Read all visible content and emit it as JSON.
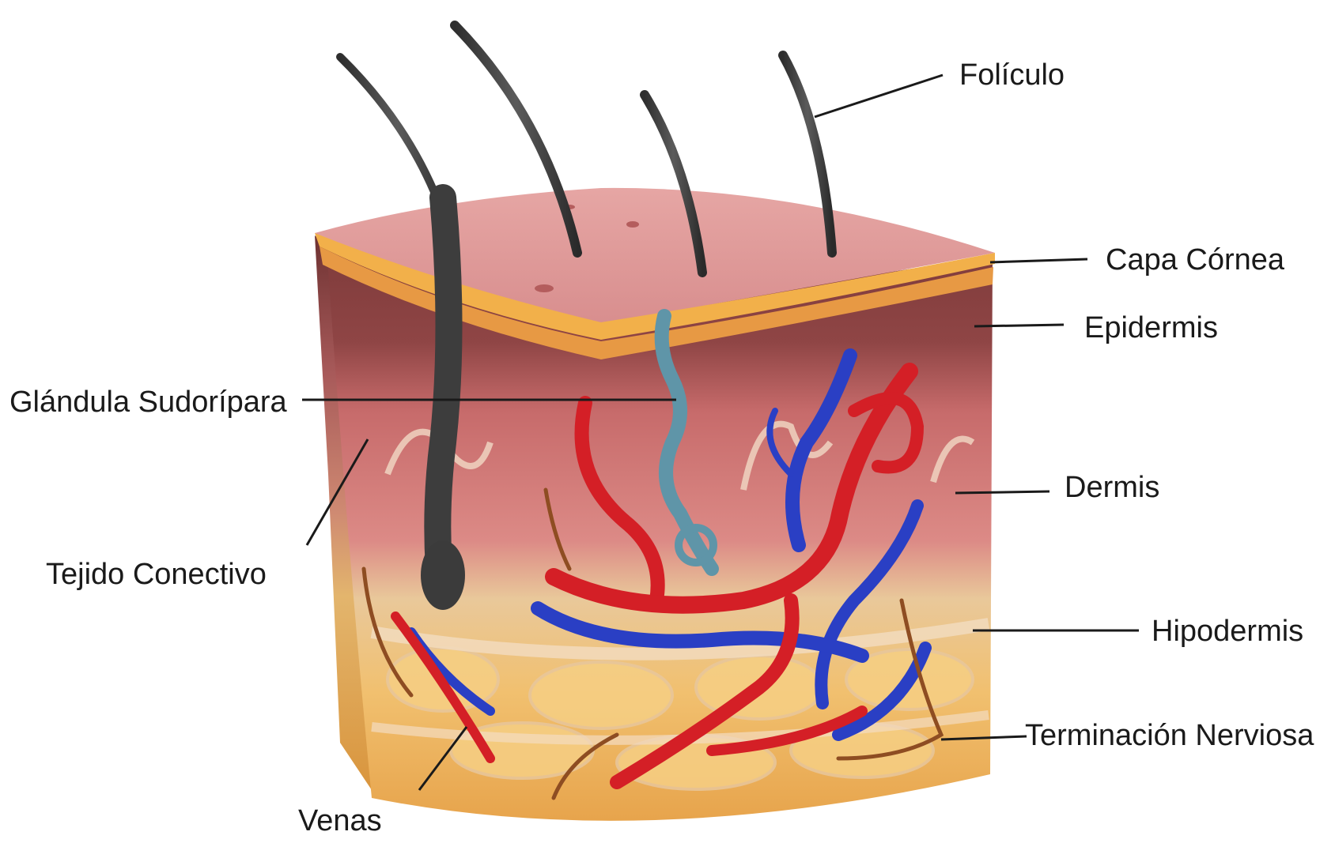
{
  "labels": {
    "foliculo": "Folículo",
    "capa_cornea": "Capa Córnea",
    "epidermis": "Epidermis",
    "glandula": "Glándula Sudorípara",
    "dermis": "Dermis",
    "tejido": "Tejido Conectivo",
    "hipodermis": "Hipodermis",
    "terminacion": "Terminación Nerviosa",
    "venas": "Venas"
  }
}
